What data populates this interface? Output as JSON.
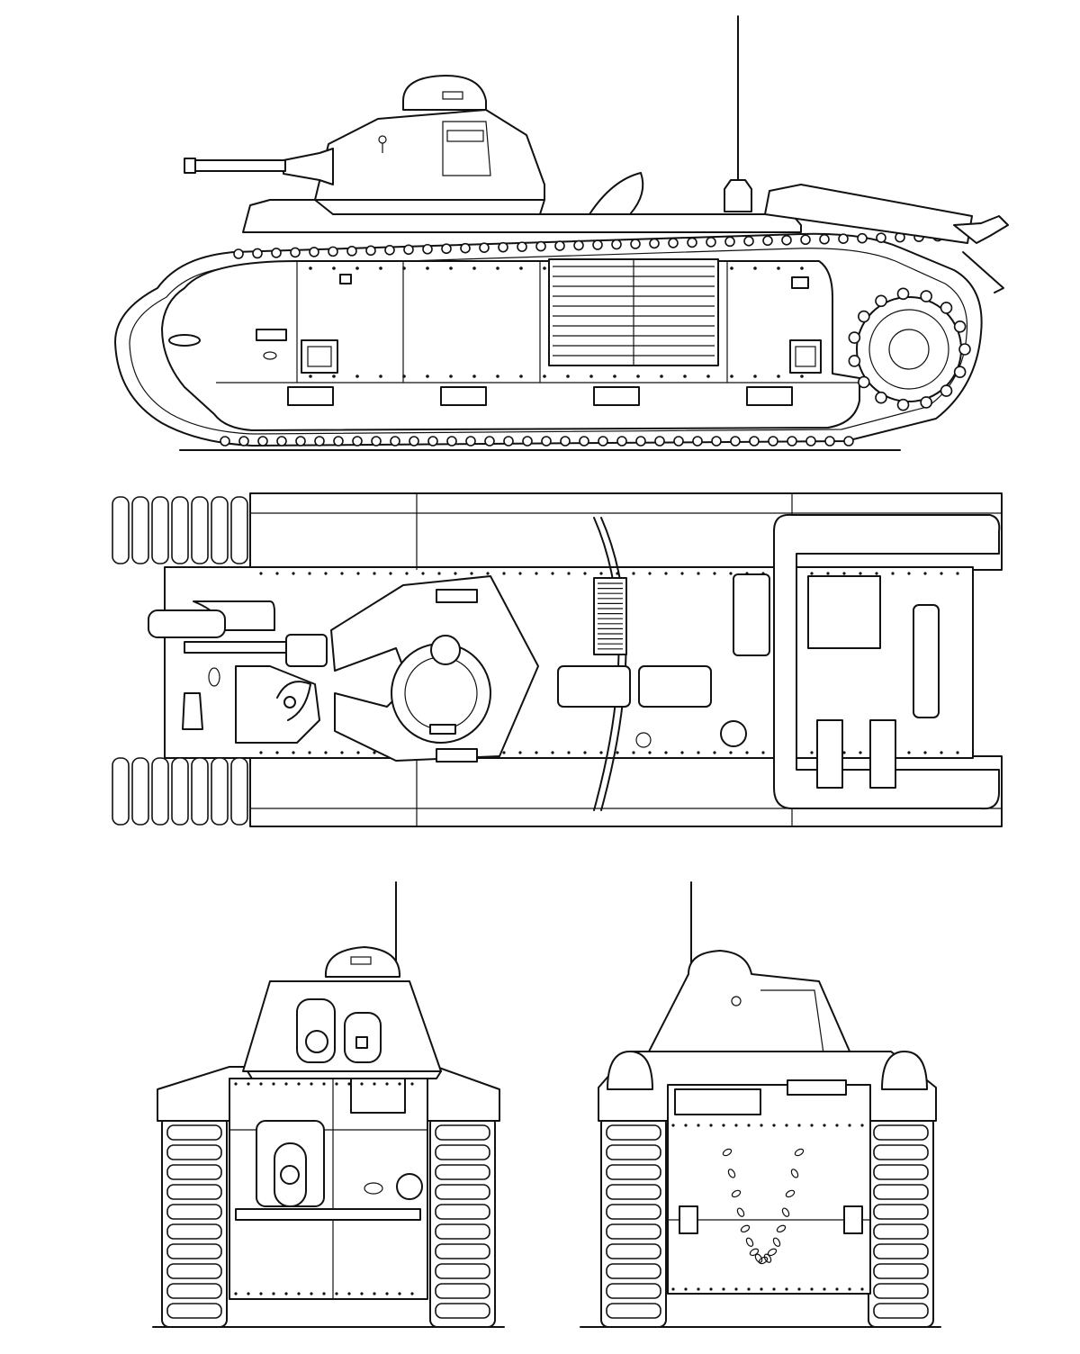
{
  "drawing": {
    "views": [
      {
        "id": "side",
        "name": "side-elevation-view"
      },
      {
        "id": "top",
        "name": "top-plan-view"
      },
      {
        "id": "front",
        "name": "front-elevation-view"
      },
      {
        "id": "rear",
        "name": "rear-elevation-view"
      }
    ],
    "colors": {
      "line": "#111111",
      "paper": "#ffffff"
    }
  }
}
